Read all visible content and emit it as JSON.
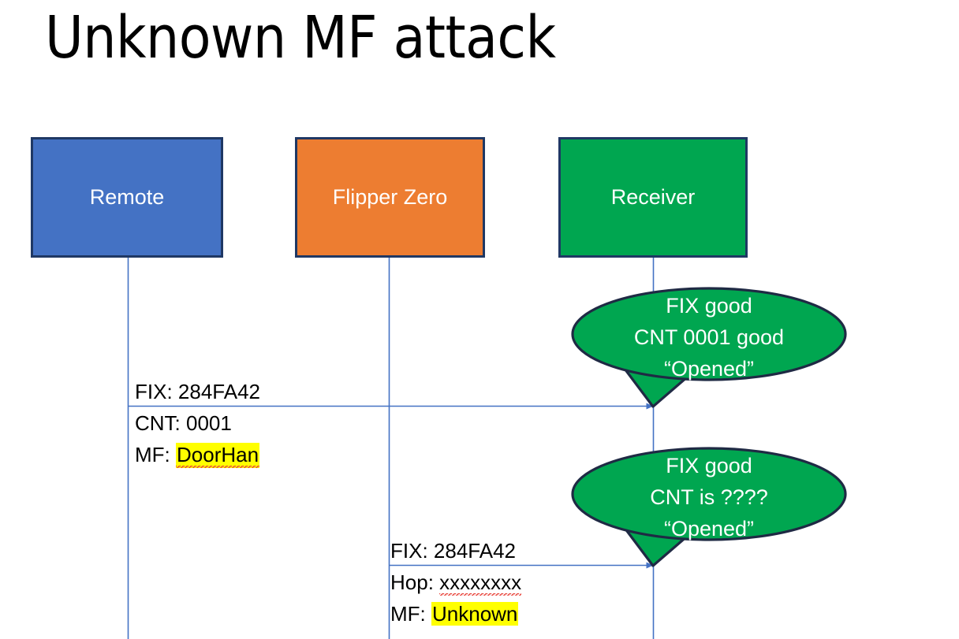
{
  "slide": {
    "title": "Unknown MF attack",
    "background": "#FFFFFF"
  },
  "colors": {
    "remote_box": "#4472C4",
    "flipper_box": "#ED7D31",
    "receiver_box": "#00A650",
    "box_border": "#1F3864",
    "lifeline": "#4472C4",
    "arrow": "#4472C4",
    "bubble_fill": "#00A650",
    "bubble_border": "#1F2A44",
    "highlight": "#FFFF00",
    "spellcheck_underline": "#E8453C",
    "text_dark": "#000000",
    "text_light": "#FFFFFF"
  },
  "actors": [
    {
      "id": "remote",
      "label": "Remote",
      "color": "#4472C4"
    },
    {
      "id": "flipper",
      "label": "Flipper Zero",
      "color": "#ED7D31"
    },
    {
      "id": "receiver",
      "label": "Receiver",
      "color": "#00A650"
    }
  ],
  "messages": [
    {
      "id": "msg-remote-to-receiver",
      "from": "remote",
      "to": "receiver",
      "lines": [
        {
          "label": "FIX: ",
          "value": "284FA42",
          "highlight": false,
          "spellcheck": false
        },
        {
          "label": "CNT: ",
          "value": "0001",
          "highlight": false,
          "spellcheck": false
        },
        {
          "label": "MF: ",
          "value": "DoorHan",
          "highlight": true,
          "spellcheck": true
        }
      ]
    },
    {
      "id": "msg-flipper-to-receiver",
      "from": "flipper",
      "to": "receiver",
      "lines": [
        {
          "label": "FIX: ",
          "value": "284FA42",
          "highlight": false,
          "spellcheck": false
        },
        {
          "label": "Hop: ",
          "value": "xxxxxxxx",
          "highlight": false,
          "spellcheck": true
        },
        {
          "label": "MF: ",
          "value": "Unknown",
          "highlight": true,
          "spellcheck": false
        }
      ]
    }
  ],
  "callouts": [
    {
      "id": "callout-first-reception",
      "attached_to": "msg-remote-to-receiver",
      "lines": [
        "FIX good",
        "CNT 0001 good",
        "“Opened”"
      ]
    },
    {
      "id": "callout-second-reception",
      "attached_to": "msg-flipper-to-receiver",
      "lines": [
        "FIX good",
        "CNT is ????",
        "“Opened”"
      ]
    }
  ]
}
